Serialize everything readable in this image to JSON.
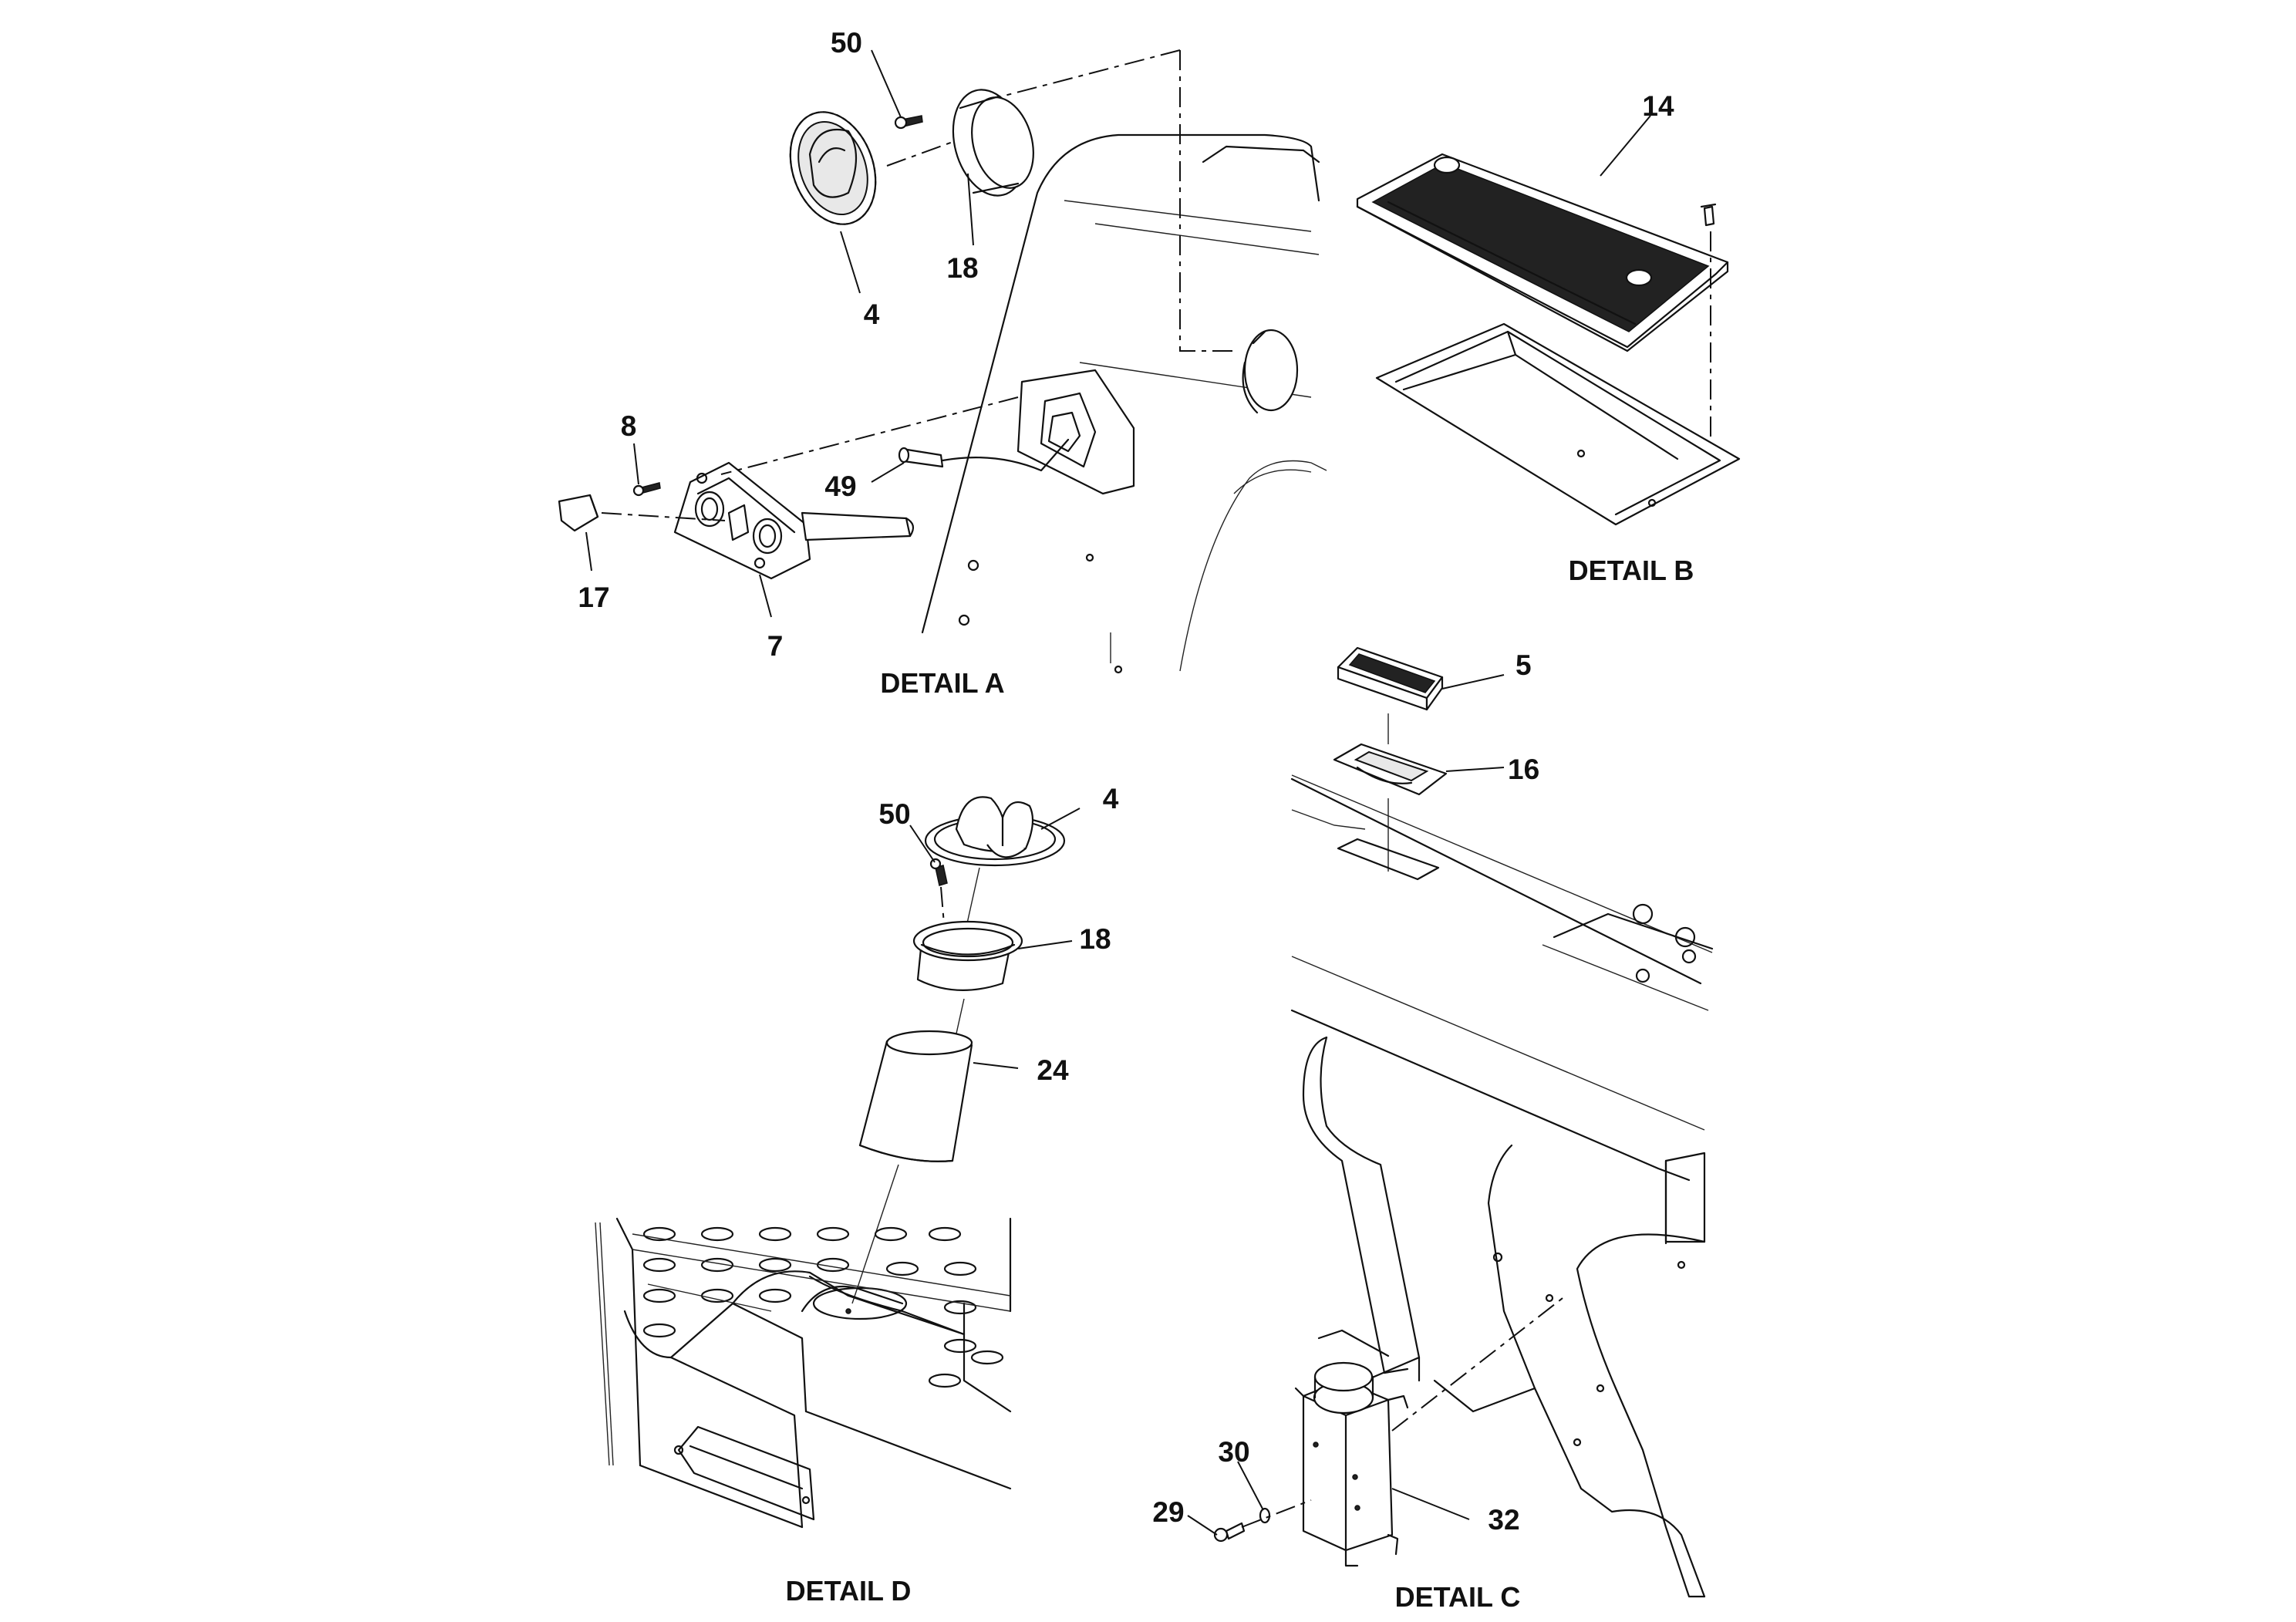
{
  "details": {
    "a": "DETAIL A",
    "b": "DETAIL B",
    "c": "DETAIL C",
    "d": "DETAIL D"
  },
  "callouts": {
    "a_50": "50",
    "a_18": "18",
    "a_4": "4",
    "a_8": "8",
    "a_17": "17",
    "a_7": "7",
    "a_49": "49",
    "b_14": "14",
    "c_5": "5",
    "c_16": "16",
    "c_30": "30",
    "c_29": "29",
    "c_32": "32",
    "d_50": "50",
    "d_4": "4",
    "d_18": "18",
    "d_24": "24"
  }
}
